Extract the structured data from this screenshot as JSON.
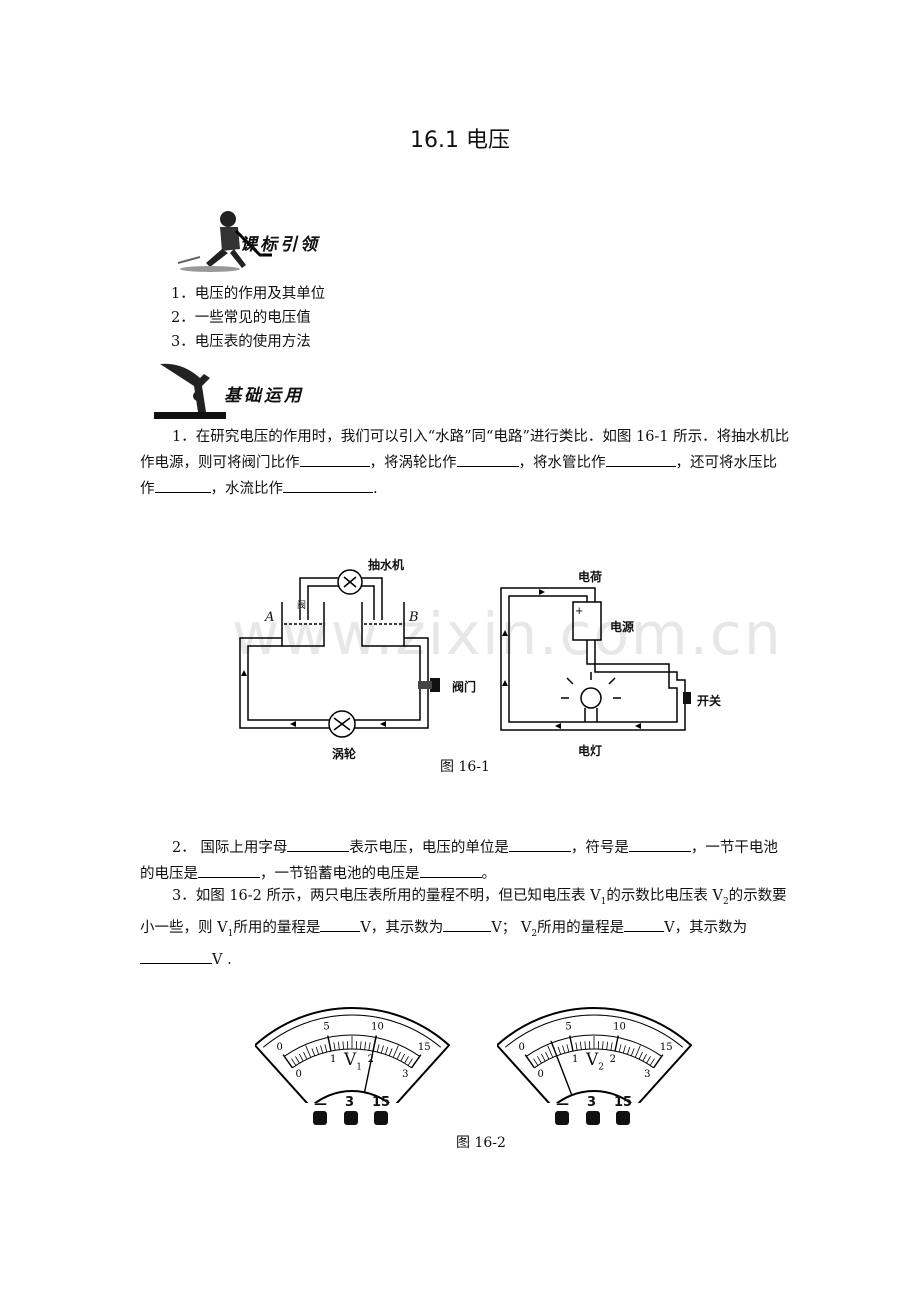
{
  "page": {
    "title": "16.1 电压",
    "section1": "课标引领",
    "section2": "基础运用",
    "objectives": [
      "1．电压的作用及其单位",
      "2．一些常见的电压值",
      "3．电压表的使用方法"
    ],
    "watermark": "www.zixin.com.cn"
  },
  "q1": {
    "p1": "1．在研究电压的作用时，我们可以引入“水路”同“电路”进行类比．如图 16-1 所示．将抽水机比作电源，则可将阀门比作",
    "p2": "，将涡轮比作",
    "p3": "，将水管比作",
    "p4": "，还可将水压比作",
    "p5": "，水流比作",
    "p6": "."
  },
  "fig1": {
    "caption": "图 16-1",
    "pump": "抽水机",
    "valve": "阀门",
    "turbine": "涡轮",
    "a": "A",
    "b": "B",
    "pool": "阀",
    "charge": "电荷",
    "source": "电源",
    "switch": "开关",
    "lamp": "电灯"
  },
  "q2": {
    "p1": "2．  国际上用字母",
    "p2": "表示电压，电压的单位是",
    "p3": "，符号是",
    "p4": "，一节干电池的电压是",
    "p5": "，一节铅蓄电池的电压是",
    "p6": "。"
  },
  "q3": {
    "p1": "3．如图 16-2 所示，两只电压表所用的量程不明，但已知电压表 V",
    "s1": "1",
    "p2": "的示数比电压表 V",
    "s2": "2",
    "p3": "的示数要小一些，则 V",
    "s3": "1",
    "p4": "所用的量程是",
    "p5": "V，其示数为",
    "p6": "V；  V",
    "s4": "2",
    "p7": "所用的量程是",
    "p8": "V，其示数为",
    "p9": "V ."
  },
  "fig2": {
    "caption": "图 16-2",
    "outer_ticks": [
      "0",
      "5",
      "10",
      "15"
    ],
    "inner_ticks": [
      "0",
      "1",
      "2",
      "3"
    ],
    "meter1": "V",
    "meter1_sub": "1",
    "meter2": "V",
    "meter2_sub": "2",
    "terminals": [
      "—",
      "3",
      "15"
    ],
    "meter1_reading_small_scale": 2.0,
    "meter2_reading_small_scale": 0.6
  }
}
